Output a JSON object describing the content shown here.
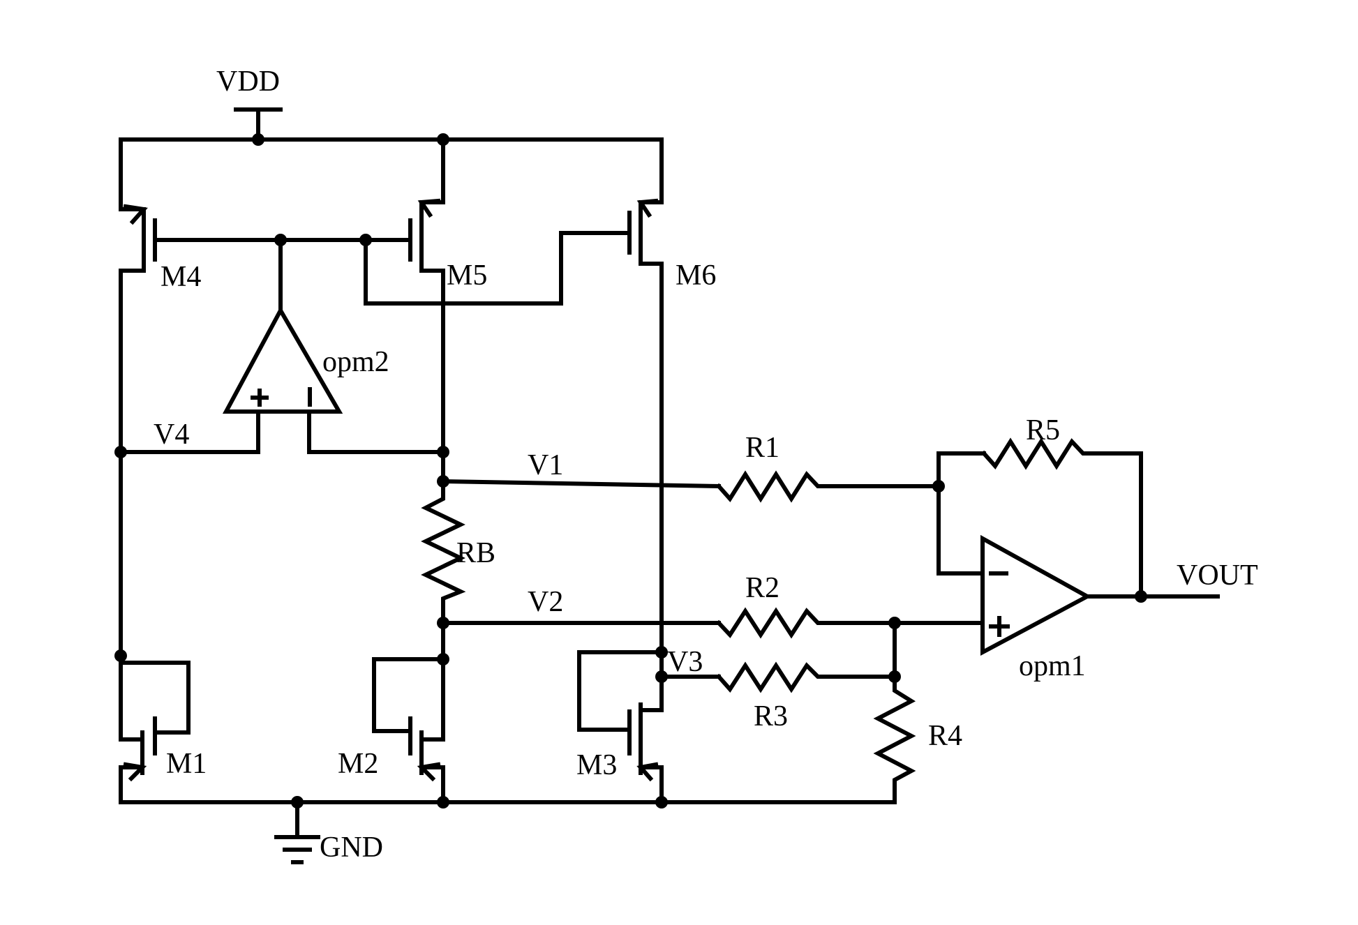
{
  "supply": {
    "vdd": "VDD",
    "gnd": "GND"
  },
  "transistors": {
    "m1": "M1",
    "m2": "M2",
    "m3": "M3",
    "m4": "M4",
    "m5": "M5",
    "m6": "M6"
  },
  "amplifiers": {
    "opm1": "opm1",
    "opm2": "opm2",
    "plus": "+",
    "minus": "−"
  },
  "resistors": {
    "rb": "RB",
    "r1": "R1",
    "r2": "R2",
    "r3": "R3",
    "r4": "R4",
    "r5": "R5"
  },
  "nodes": {
    "v1": "V1",
    "v2": "V2",
    "v3": "V3",
    "v4": "V4",
    "vout": "VOUT"
  }
}
